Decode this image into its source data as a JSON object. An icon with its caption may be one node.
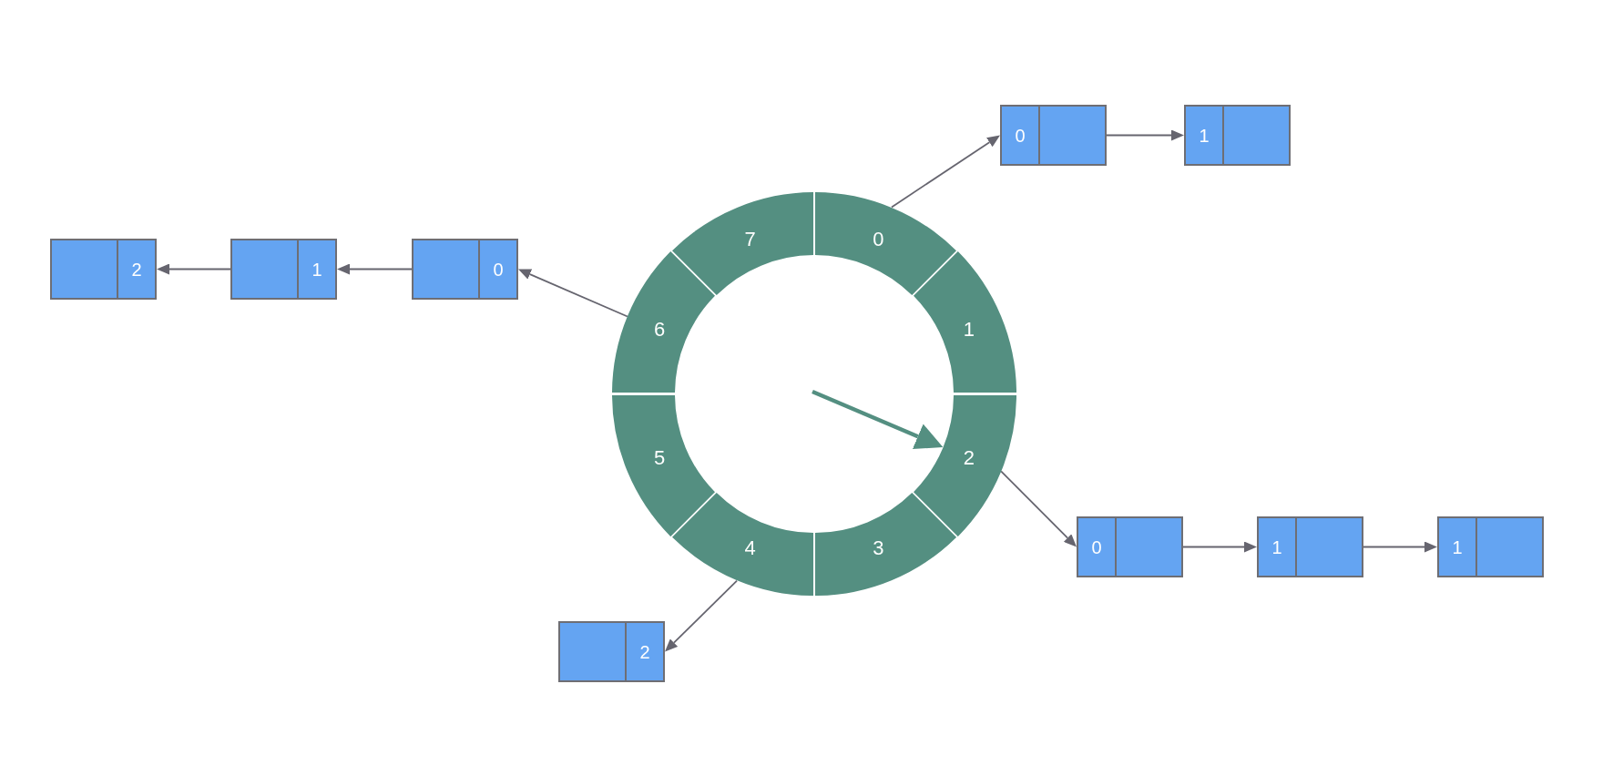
{
  "diagram": {
    "nodes": [
      {
        "text": [
          "0"
        ]
      },
      {
        "text": [
          "1"
        ]
      },
      {
        "text": [
          "2"
        ]
      },
      {
        "text": [
          "3"
        ]
      },
      {
        "text": [
          "4"
        ]
      },
      {
        "text": [
          "5"
        ]
      },
      {
        "text": [
          "6"
        ]
      },
      {
        "text": [
          "7"
        ]
      },
      {
        "text": [
          "0"
        ]
      },
      {
        "text": [
          "1"
        ]
      },
      {
        "text": [
          "2"
        ]
      },
      {
        "text": [
          "1"
        ]
      },
      {
        "text": [
          "0"
        ]
      },
      {
        "text": [
          "0"
        ]
      },
      {
        "text": [
          "1"
        ]
      },
      {
        "text": [
          "1"
        ]
      },
      {
        "text": [
          "2"
        ]
      }
    ],
    "edges": [
      {
        "from": 0,
        "to": 8,
        "arrow": "to"
      },
      {
        "from": 8,
        "to": 9,
        "arrow": "to"
      },
      {
        "from": 6,
        "to": 12,
        "arrow": "to"
      },
      {
        "from": 12,
        "to": 11,
        "arrow": "to"
      },
      {
        "from": 11,
        "to": 10,
        "arrow": "to"
      },
      {
        "from": 2,
        "to": 13,
        "arrow": "to"
      },
      {
        "from": 13,
        "to": 14,
        "arrow": "to"
      },
      {
        "from": 14,
        "to": 15,
        "arrow": "to"
      },
      {
        "from": 4,
        "to": 16,
        "arrow": "to"
      },
      {
        "from": null,
        "to": 2,
        "arrow": "to",
        "style": "thick",
        "color": "#548f81"
      }
    ]
  }
}
